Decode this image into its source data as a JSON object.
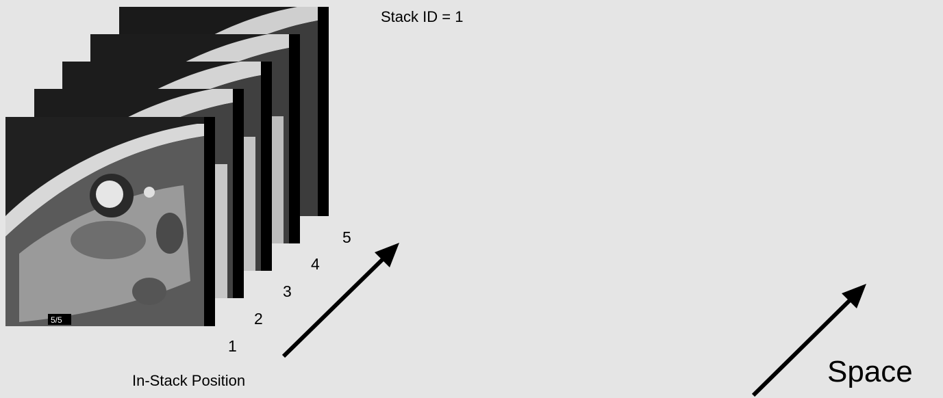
{
  "stack_id_text": "Stack ID = 1",
  "in_stack_position_text": "In-Stack Position",
  "space_text": "Space",
  "slice_numbers": [
    "1",
    "2",
    "3",
    "4",
    "5"
  ],
  "slice_count": 5,
  "image_overlay_text": "5/5",
  "colors": {
    "background": "#e5e5e5",
    "arrow": "#000000",
    "slice_frame": "#000000"
  },
  "icons": {
    "arrow": "arrow-up-right-icon"
  }
}
